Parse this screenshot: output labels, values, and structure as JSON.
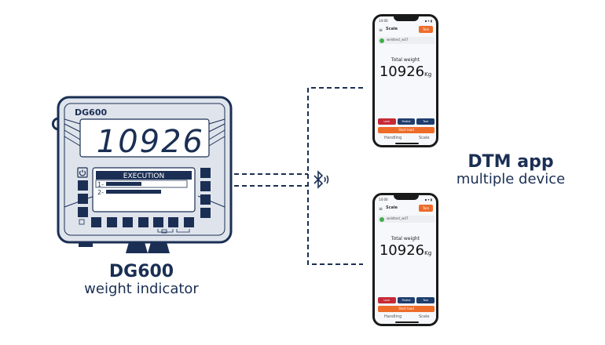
{
  "indicator": {
    "brand_model": "DG600",
    "display_value": "10926",
    "screen_title": "EXECUTION",
    "lines": [
      "1-",
      "2-"
    ],
    "title": "DG600",
    "subtitle": "weight indicator"
  },
  "app": {
    "title": "DTM app",
    "subtitle": "multiple device"
  },
  "phones": [
    {
      "time": "14:00",
      "screen_title": "Scale",
      "brand_button": "Tare",
      "device_name": "weldtest_w47",
      "total_label": "Total weight",
      "total_value": "10926",
      "unit": "Kg",
      "buttons": [
        "Lock",
        "Partial",
        "Tare"
      ],
      "start_label": "Start load",
      "tabs": [
        "Handling",
        "Scale"
      ]
    },
    {
      "time": "14:00",
      "screen_title": "Scale",
      "brand_button": "Tare",
      "device_name": "weldtest_w47",
      "total_label": "Total weight",
      "total_value": "10926",
      "unit": "Kg",
      "buttons": [
        "Lock",
        "Partial",
        "Tare"
      ],
      "start_label": "Start load",
      "tabs": [
        "Handling",
        "Scale"
      ]
    }
  ],
  "colors": {
    "navy": "#1b2f54",
    "orange": "#ee6c2a",
    "red": "#c62a36",
    "green": "#3fae49",
    "panel": "#dfe4ec"
  },
  "icons": {
    "bluetooth": "bluetooth-icon",
    "power": "power-icon"
  }
}
